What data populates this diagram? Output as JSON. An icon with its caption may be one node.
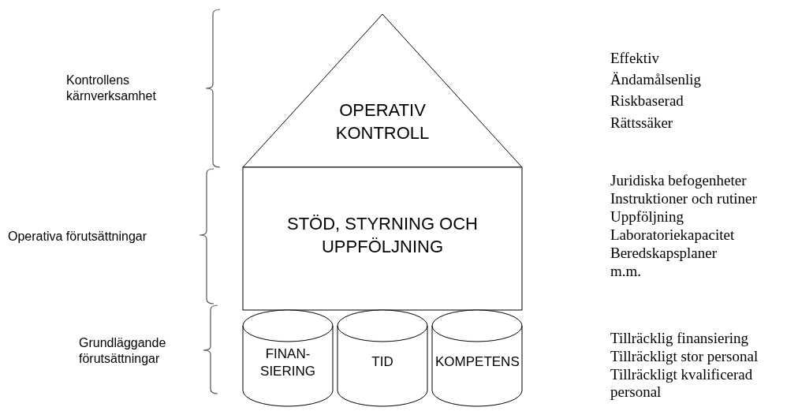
{
  "diagram": {
    "nodes": [
      {
        "text": [
          "OPERATIV KONTROLL"
        ]
      },
      {
        "text": [
          "STÖD, STYRNING OCH UPPFÖLJNING"
        ]
      },
      {
        "text": [
          "FINAN- SIERING"
        ]
      },
      {
        "text": [
          "TID"
        ]
      },
      {
        "text": [
          "KOMPETENS"
        ]
      }
    ],
    "labels": [
      "Kontrollens kärnverksamhet",
      "Operativa förutsättningar",
      "Grundläggande förutsättningar",
      "Effektiv",
      "Ändamålsenlig",
      "Riskbaserad",
      "Rättssäker",
      "Juridiska befogenheter",
      "Instruktioner och rutiner",
      "Uppföljning",
      "Laboratoriekapacitet",
      "Beredskapsplaner",
      "m.m.",
      "Tillräcklig finansiering",
      "Tillräckligt stor personal",
      "Tillräckligt kvalificerad personal"
    ]
  }
}
